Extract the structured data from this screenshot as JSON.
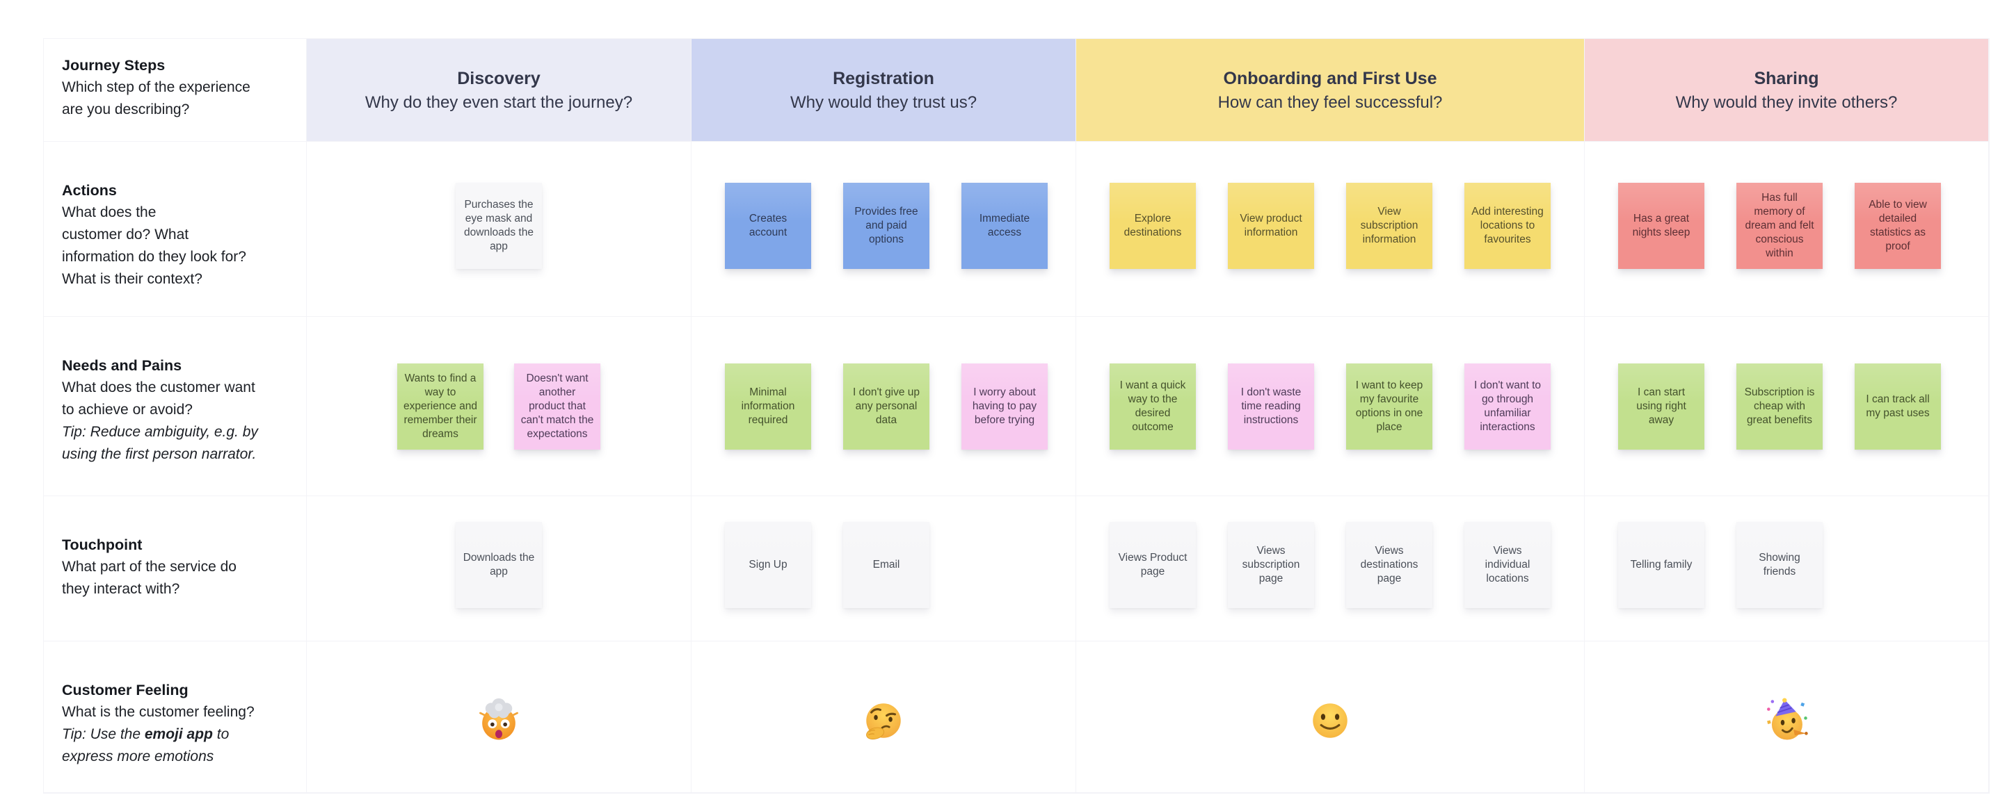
{
  "palette": {
    "header-discovery": "#eaebf6",
    "header-registration": "#ccd4f2",
    "header-onboarding": "#f8e394",
    "header-sharing": "#f8d3d6",
    "sticky-white": "#f6f6f8",
    "sticky-blue": "#7fa6e9",
    "sticky-yellow": "#f5dc6f",
    "sticky-green": "#c2e08e",
    "sticky-pink": "#f8c9ef",
    "sticky-salmon": "#f2908d"
  },
  "row_labels": [
    {
      "title": "Journey Steps",
      "desc": "Which step of the experience\nare you describing?"
    },
    {
      "title": "Actions",
      "desc": "What does the\ncustomer do? What\ninformation do they look for?\nWhat is their context?"
    },
    {
      "title": "Needs and Pains",
      "desc": "What does the customer want\nto achieve or avoid?",
      "tip": "Tip: Reduce ambiguity, e.g. by\nusing the first person narrator."
    },
    {
      "title": "Touchpoint",
      "desc": "What part of the service do\nthey interact with?"
    },
    {
      "title": "Customer Feeling",
      "desc": "What is the customer feeling?",
      "tip_before": "Tip: Use the ",
      "tip_bold": "emoji app",
      "tip_after": " to\nexpress more emotions"
    }
  ],
  "stages": [
    {
      "header": {
        "title": "Discovery",
        "subtitle": "Why do they even start the journey?"
      },
      "actions": [
        {
          "text": "Purchases the eye mask and downloads the app",
          "color": "white"
        }
      ],
      "needs": [
        {
          "text": "Wants to find a way to experience and remember their dreams",
          "color": "green"
        },
        {
          "text": "Doesn't want another product that can't match the expectations",
          "color": "pink"
        }
      ],
      "touchpoints": [
        {
          "text": "Downloads the app",
          "color": "white"
        }
      ],
      "feeling": "exploding-head"
    },
    {
      "header": {
        "title": "Registration",
        "subtitle": "Why would they trust us?"
      },
      "actions": [
        {
          "text": "Creates account",
          "color": "blue"
        },
        {
          "text": "Provides free and paid options",
          "color": "blue"
        },
        {
          "text": "Immediate access",
          "color": "blue"
        }
      ],
      "needs": [
        {
          "text": "Minimal information required",
          "color": "green"
        },
        {
          "text": "I don't give up any personal data",
          "color": "green"
        },
        {
          "text": "I worry about having to pay before trying",
          "color": "pink"
        }
      ],
      "touchpoints": [
        {
          "text": "Sign Up",
          "color": "white"
        },
        {
          "text": "Email",
          "color": "white"
        }
      ],
      "feeling": "thinking-face"
    },
    {
      "header": {
        "title": "Onboarding and First Use",
        "subtitle": "How can they feel successful?"
      },
      "actions": [
        {
          "text": "Explore destinations",
          "color": "yellow"
        },
        {
          "text": "View product information",
          "color": "yellow"
        },
        {
          "text": "View subscription information",
          "color": "yellow"
        },
        {
          "text": "Add interesting locations to favourites",
          "color": "yellow"
        }
      ],
      "needs": [
        {
          "text": "I want a quick way to the desired outcome",
          "color": "green"
        },
        {
          "text": "I don't waste time reading instructions",
          "color": "pink"
        },
        {
          "text": "I want to keep my favourite options in one place",
          "color": "green"
        },
        {
          "text": "I don't want to go through unfamiliar interactions",
          "color": "pink"
        }
      ],
      "touchpoints": [
        {
          "text": "Views Product page",
          "color": "white"
        },
        {
          "text": "Views subscription page",
          "color": "white"
        },
        {
          "text": "Views destinations page",
          "color": "white"
        },
        {
          "text": "Views individual locations",
          "color": "white"
        }
      ],
      "feeling": "slightly-smiling-face"
    },
    {
      "header": {
        "title": "Sharing",
        "subtitle": "Why would they invite others?"
      },
      "actions": [
        {
          "text": "Has a great nights sleep",
          "color": "salmon"
        },
        {
          "text": "Has full memory of dream and felt conscious within",
          "color": "salmon"
        },
        {
          "text": "Able to view detailed statistics as proof",
          "color": "salmon"
        }
      ],
      "needs": [
        {
          "text": "I can start using right away",
          "color": "green"
        },
        {
          "text": "Subscription is cheap with great benefits",
          "color": "green"
        },
        {
          "text": "I can track all my past uses",
          "color": "green"
        }
      ],
      "touchpoints": [
        {
          "text": "Telling family",
          "color": "white"
        },
        {
          "text": "Showing friends",
          "color": "white"
        }
      ],
      "feeling": "partying-face"
    }
  ]
}
